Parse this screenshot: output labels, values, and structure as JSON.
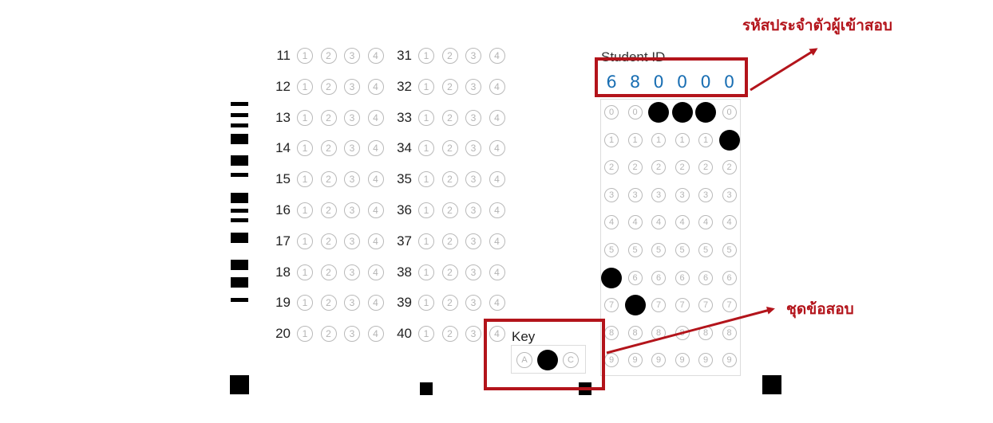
{
  "answer_sheet": {
    "questions": [
      "11",
      "12",
      "13",
      "14",
      "15",
      "16",
      "17",
      "18",
      "19",
      "20",
      "31",
      "32",
      "33",
      "34",
      "35",
      "36",
      "37",
      "38",
      "39",
      "40"
    ],
    "choices": [
      "1",
      "2",
      "3",
      "4"
    ]
  },
  "student_id": {
    "label": "Student ID",
    "digits": [
      "6",
      "8",
      "0",
      "0",
      "0",
      "0"
    ],
    "rows": [
      "0",
      "1",
      "2",
      "3",
      "4",
      "5",
      "6",
      "7",
      "8",
      "9"
    ],
    "filled_rows": [
      6,
      7,
      0,
      0,
      0,
      1
    ]
  },
  "key": {
    "label": "Key",
    "options": [
      "A",
      "B",
      "C"
    ],
    "selected": "B"
  },
  "annotations": {
    "student_id_note": "รหัสประจำตัวผู้เข้าสอบ",
    "key_note": "ชุดข้อสอบ",
    "color": "#b3141b"
  },
  "colors": {
    "id_digit": "#1a6fb3",
    "bubble_outline": "#b9b9b9",
    "filled": "#000000"
  }
}
